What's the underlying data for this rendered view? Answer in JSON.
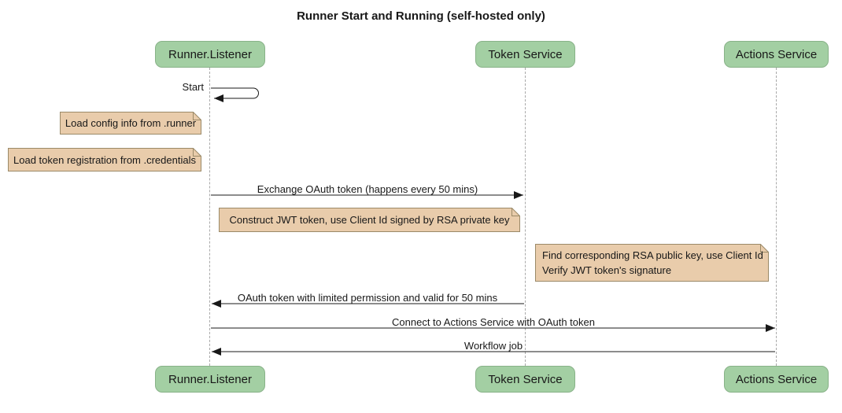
{
  "diagram_type": "sequence-diagram",
  "title": "Runner Start and Running (self-hosted only)",
  "participants": [
    {
      "name": "Runner.Listener"
    },
    {
      "name": "Token Service"
    },
    {
      "name": "Actions Service"
    }
  ],
  "messages": [
    {
      "label": "Start",
      "from": "Runner.Listener",
      "to": "Runner.Listener",
      "type": "self"
    },
    {
      "label": "Exchange OAuth token (happens every 50 mins)",
      "from": "Runner.Listener",
      "to": "Token Service",
      "type": "solid"
    },
    {
      "label": "OAuth token with limited permission and valid for 50 mins",
      "from": "Token Service",
      "to": "Runner.Listener",
      "type": "solid"
    },
    {
      "label": "Connect to Actions Service with OAuth token",
      "from": "Runner.Listener",
      "to": "Actions Service",
      "type": "solid"
    },
    {
      "label": "Workflow job",
      "from": "Actions Service",
      "to": "Runner.Listener",
      "type": "solid"
    }
  ],
  "notes": [
    {
      "text": "Load config info from .runner",
      "anchor": "Runner.Listener"
    },
    {
      "text": "Load token registration from .credentials",
      "anchor": "Runner.Listener"
    },
    {
      "text": "Construct JWT token, use Client Id signed by RSA private key",
      "anchor": "Token Service"
    },
    {
      "line1": "Find corresponding RSA public key, use Client Id",
      "line2": "Verify JWT token's signature",
      "anchor": "Actions Service"
    }
  ],
  "colors": {
    "participant_fill": "#A3CFA3",
    "participant_border": "#88B288",
    "note_fill": "#E9CCAB",
    "note_border": "#9B8A68",
    "lifeline": "#A9A9A9",
    "arrow": "#181818",
    "background": "#FFFFFF"
  }
}
